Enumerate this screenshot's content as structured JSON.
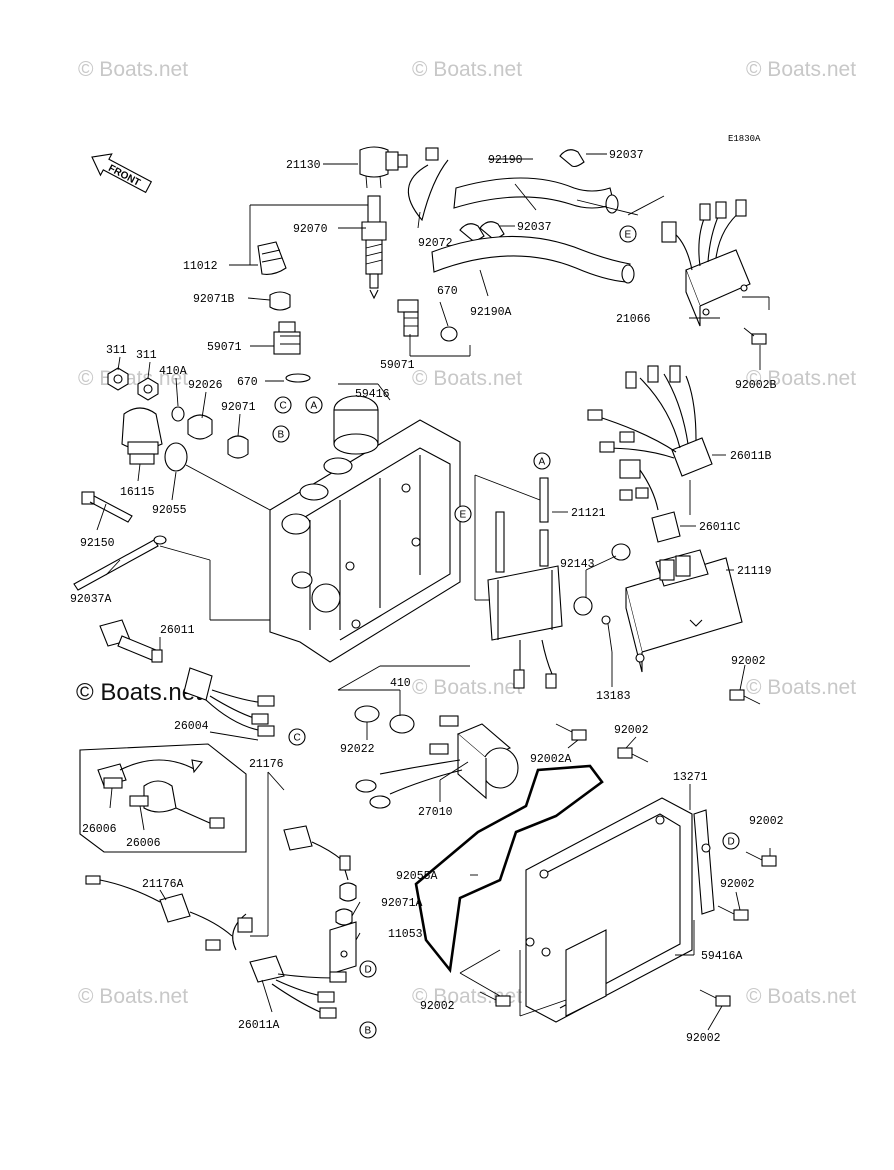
{
  "diagram": {
    "ref_code": "E1830A",
    "front_label": "FRONT",
    "parts": [
      {
        "id": "21130",
        "label": "21130"
      },
      {
        "id": "92190",
        "label": "92190"
      },
      {
        "id": "92037",
        "label": "92037"
      },
      {
        "id": "92070",
        "label": "92070"
      },
      {
        "id": "92072",
        "label": "92072"
      },
      {
        "id": "92037b",
        "label": "92037"
      },
      {
        "id": "11012",
        "label": "11012"
      },
      {
        "id": "92071B",
        "label": "92071B"
      },
      {
        "id": "670a",
        "label": "670"
      },
      {
        "id": "92190A",
        "label": "92190A"
      },
      {
        "id": "21066",
        "label": "21066"
      },
      {
        "id": "59071a",
        "label": "59071"
      },
      {
        "id": "59071b",
        "label": "59071"
      },
      {
        "id": "311a",
        "label": "311"
      },
      {
        "id": "311b",
        "label": "311"
      },
      {
        "id": "410A",
        "label": "410A"
      },
      {
        "id": "92026",
        "label": "92026"
      },
      {
        "id": "670b",
        "label": "670"
      },
      {
        "id": "59416",
        "label": "59416"
      },
      {
        "id": "92002B",
        "label": "92002B"
      },
      {
        "id": "92071",
        "label": "92071"
      },
      {
        "id": "26011B",
        "label": "26011B"
      },
      {
        "id": "16115",
        "label": "16115"
      },
      {
        "id": "92055",
        "label": "92055"
      },
      {
        "id": "92150",
        "label": "92150"
      },
      {
        "id": "21121",
        "label": "21121"
      },
      {
        "id": "26011C",
        "label": "26011C"
      },
      {
        "id": "92143",
        "label": "92143"
      },
      {
        "id": "21119",
        "label": "21119"
      },
      {
        "id": "92037A",
        "label": "92037A"
      },
      {
        "id": "26011",
        "label": "26011"
      },
      {
        "id": "92002a",
        "label": "92002"
      },
      {
        "id": "13183",
        "label": "13183"
      },
      {
        "id": "410",
        "label": "410"
      },
      {
        "id": "26004",
        "label": "26004"
      },
      {
        "id": "92022",
        "label": "92022"
      },
      {
        "id": "92002A",
        "label": "92002A"
      },
      {
        "id": "92002b",
        "label": "92002"
      },
      {
        "id": "21176",
        "label": "21176"
      },
      {
        "id": "13271",
        "label": "13271"
      },
      {
        "id": "27010",
        "label": "27010"
      },
      {
        "id": "26006a",
        "label": "26006"
      },
      {
        "id": "26006b",
        "label": "26006"
      },
      {
        "id": "92002c",
        "label": "92002"
      },
      {
        "id": "92055A",
        "label": "92055A"
      },
      {
        "id": "92002d",
        "label": "92002"
      },
      {
        "id": "21176A",
        "label": "21176A"
      },
      {
        "id": "92071A",
        "label": "92071A"
      },
      {
        "id": "11053",
        "label": "11053"
      },
      {
        "id": "59416A",
        "label": "59416A"
      },
      {
        "id": "92002e",
        "label": "92002"
      },
      {
        "id": "26011A",
        "label": "26011A"
      },
      {
        "id": "92002f",
        "label": "92002"
      }
    ],
    "callouts": {
      "A": "A",
      "B": "B",
      "C": "C",
      "D": "D",
      "E": "E"
    },
    "watermark": {
      "small": "© Boats.net",
      "large": "© Boats.net"
    }
  }
}
